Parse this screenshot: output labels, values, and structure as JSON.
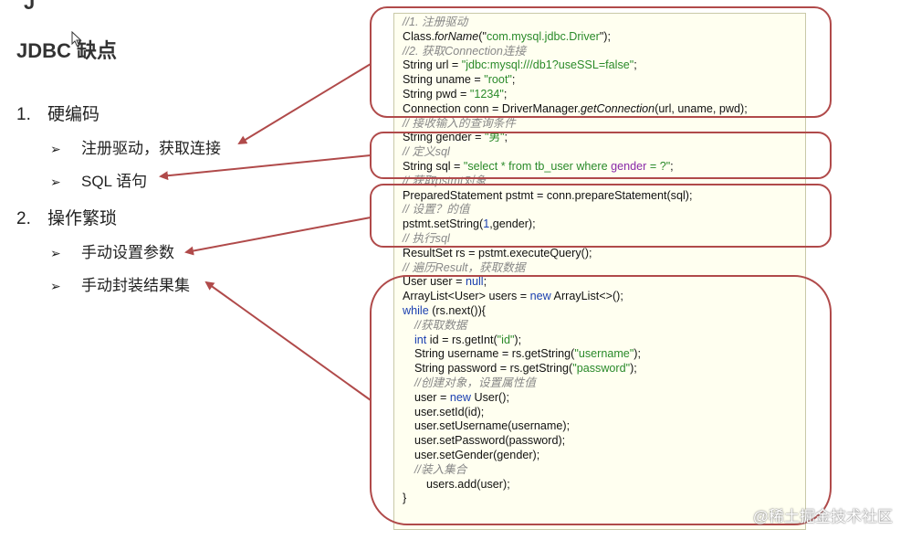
{
  "slide": {
    "title": "JDBC 缺点",
    "partial_top_text": "J"
  },
  "outline": {
    "items": [
      {
        "number": "1.",
        "label": "硬编码",
        "subitems": [
          "注册驱动，获取连接",
          "SQL 语句"
        ]
      },
      {
        "number": "2.",
        "label": "操作繁琐",
        "subitems": [
          "手动设置参数",
          "手动封装结果集"
        ]
      }
    ],
    "bullet_glyph": "➢"
  },
  "code": {
    "lines": [
      {
        "indent": 0,
        "segments": [
          {
            "t": "//1. 注册驱动",
            "c": "cm"
          }
        ]
      },
      {
        "indent": 0,
        "segments": [
          {
            "t": "Class."
          },
          {
            "t": "forName",
            "c": "it"
          },
          {
            "t": "(\""
          },
          {
            "t": "com.mysql.jdbc.Driver",
            "c": "str"
          },
          {
            "t": "\");"
          }
        ]
      },
      {
        "indent": 0,
        "segments": [
          {
            "t": "//2. 获取Connection连接",
            "c": "cm"
          }
        ]
      },
      {
        "indent": 0,
        "segments": [
          {
            "t": "String url = "
          },
          {
            "t": "\"jdbc:mysql:///db1?useSSL=false\"",
            "c": "str"
          },
          {
            "t": ";"
          }
        ]
      },
      {
        "indent": 0,
        "segments": [
          {
            "t": "String uname = "
          },
          {
            "t": "\"root\"",
            "c": "str"
          },
          {
            "t": ";"
          }
        ]
      },
      {
        "indent": 0,
        "segments": [
          {
            "t": "String pwd = "
          },
          {
            "t": "\"1234\"",
            "c": "str"
          },
          {
            "t": ";"
          }
        ]
      },
      {
        "indent": 0,
        "segments": [
          {
            "t": "Connection conn = DriverManager."
          },
          {
            "t": "getConnection",
            "c": "it"
          },
          {
            "t": "(url, uname, pwd);"
          }
        ]
      },
      {
        "indent": 0,
        "segments": [
          {
            "t": "// 接收输入的查询条件",
            "c": "cm"
          }
        ]
      },
      {
        "indent": 0,
        "segments": [
          {
            "t": "String gender = "
          },
          {
            "t": "\"男\"",
            "c": "str"
          },
          {
            "t": ";"
          }
        ]
      },
      {
        "indent": 0,
        "segments": [
          {
            "t": "// 定义sql",
            "c": "cm"
          }
        ]
      },
      {
        "indent": 0,
        "segments": [
          {
            "t": "String sql = "
          },
          {
            "t": "\"select * from tb_user where ",
            "c": "str"
          },
          {
            "t": "gender",
            "c": "pur"
          },
          {
            "t": " = ?\"",
            "c": "str"
          },
          {
            "t": ";"
          }
        ]
      },
      {
        "indent": 0,
        "segments": [
          {
            "t": "// 获取pstmt对象",
            "c": "cm"
          }
        ]
      },
      {
        "indent": 0,
        "segments": [
          {
            "t": "PreparedStatement pstmt = conn.prepareStatement(sql);"
          }
        ]
      },
      {
        "indent": 0,
        "segments": [
          {
            "t": "// 设置？的值",
            "c": "cm"
          }
        ]
      },
      {
        "indent": 0,
        "segments": [
          {
            "t": "pstmt.setString("
          },
          {
            "t": "1",
            "c": "kw"
          },
          {
            "t": ",gender);"
          }
        ]
      },
      {
        "indent": 0,
        "segments": [
          {
            "t": "// 执行sql",
            "c": "cm"
          }
        ]
      },
      {
        "indent": 0,
        "segments": [
          {
            "t": "ResultSet rs = pstmt.executeQuery();"
          }
        ]
      },
      {
        "indent": 0,
        "segments": [
          {
            "t": "// 遍历Result，获取数据",
            "c": "cm"
          }
        ]
      },
      {
        "indent": 0,
        "segments": [
          {
            "t": "User user = "
          },
          {
            "t": "null",
            "c": "kw"
          },
          {
            "t": ";"
          }
        ]
      },
      {
        "indent": 0,
        "segments": [
          {
            "t": "ArrayList<User> users = "
          },
          {
            "t": "new",
            "c": "kw"
          },
          {
            "t": " ArrayList<>();"
          }
        ]
      },
      {
        "indent": 0,
        "segments": [
          {
            "t": "while",
            "c": "kw"
          },
          {
            "t": " (rs.next()){"
          }
        ]
      },
      {
        "indent": 1,
        "segments": [
          {
            "t": "//获取数据",
            "c": "cm"
          }
        ]
      },
      {
        "indent": 1,
        "segments": [
          {
            "t": "int",
            "c": "kw"
          },
          {
            "t": " id = rs.getInt("
          },
          {
            "t": "\"id\"",
            "c": "str"
          },
          {
            "t": ");"
          }
        ]
      },
      {
        "indent": 1,
        "segments": [
          {
            "t": "String username = rs.getString("
          },
          {
            "t": "\"username\"",
            "c": "str"
          },
          {
            "t": ");"
          }
        ]
      },
      {
        "indent": 1,
        "segments": [
          {
            "t": "String password = rs.getString("
          },
          {
            "t": "\"password\"",
            "c": "str"
          },
          {
            "t": ");"
          }
        ]
      },
      {
        "indent": 1,
        "segments": [
          {
            "t": "//创建对象，设置属性值",
            "c": "cm"
          }
        ]
      },
      {
        "indent": 1,
        "segments": [
          {
            "t": "user = "
          },
          {
            "t": "new",
            "c": "kw"
          },
          {
            "t": " User();"
          }
        ]
      },
      {
        "indent": 1,
        "segments": [
          {
            "t": "user.setId(id);"
          }
        ]
      },
      {
        "indent": 1,
        "segments": [
          {
            "t": "user.setUsername(username);"
          }
        ]
      },
      {
        "indent": 1,
        "segments": [
          {
            "t": "user.setPassword(password);"
          }
        ]
      },
      {
        "indent": 1,
        "segments": [
          {
            "t": "user.setGender(gender);"
          }
        ]
      },
      {
        "indent": 1,
        "segments": [
          {
            "t": "//装入集合",
            "c": "cm"
          }
        ]
      },
      {
        "indent": 2,
        "segments": [
          {
            "t": "users.add(user);"
          }
        ]
      },
      {
        "indent": 0,
        "segments": [
          {
            "t": "}"
          }
        ]
      }
    ]
  },
  "annotations": {
    "highlight_color": "#b04a4a"
  },
  "watermark": {
    "text": "@稀土掘金技术社区"
  }
}
